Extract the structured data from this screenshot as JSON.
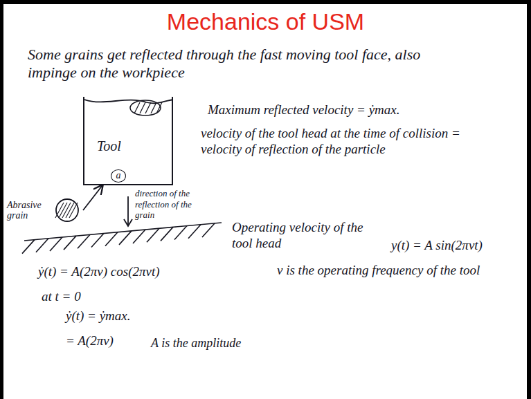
{
  "diagram": {
    "title": "Mechanics of USM",
    "nodes": [
      {
        "text": [
          "Tool"
        ]
      },
      {
        "text": [
          "Abrasive grain"
        ]
      }
    ],
    "edges": [
      {
        "from": 1,
        "to": 0,
        "arrow": "to"
      }
    ],
    "labels": [
      "Some grains get reflected through the fast moving tool face, also impinge on the workpiece",
      "direction of the reflection of the grain",
      "a",
      "Maximum reflected velocity = ẏmax.",
      "velocity of the tool head at the time of collision = velocity of reflection of the particle",
      "Operating velocity of the tool head",
      "y(t) = A sin(2πνt)",
      "ν is the operating frequency of the tool",
      "ẏ(t) = A(2πν) cos(2πνt)",
      "at t = 0",
      "ẏ(t) = ẏmax.",
      "= A(2πν)",
      "A is the amplitude"
    ]
  }
}
